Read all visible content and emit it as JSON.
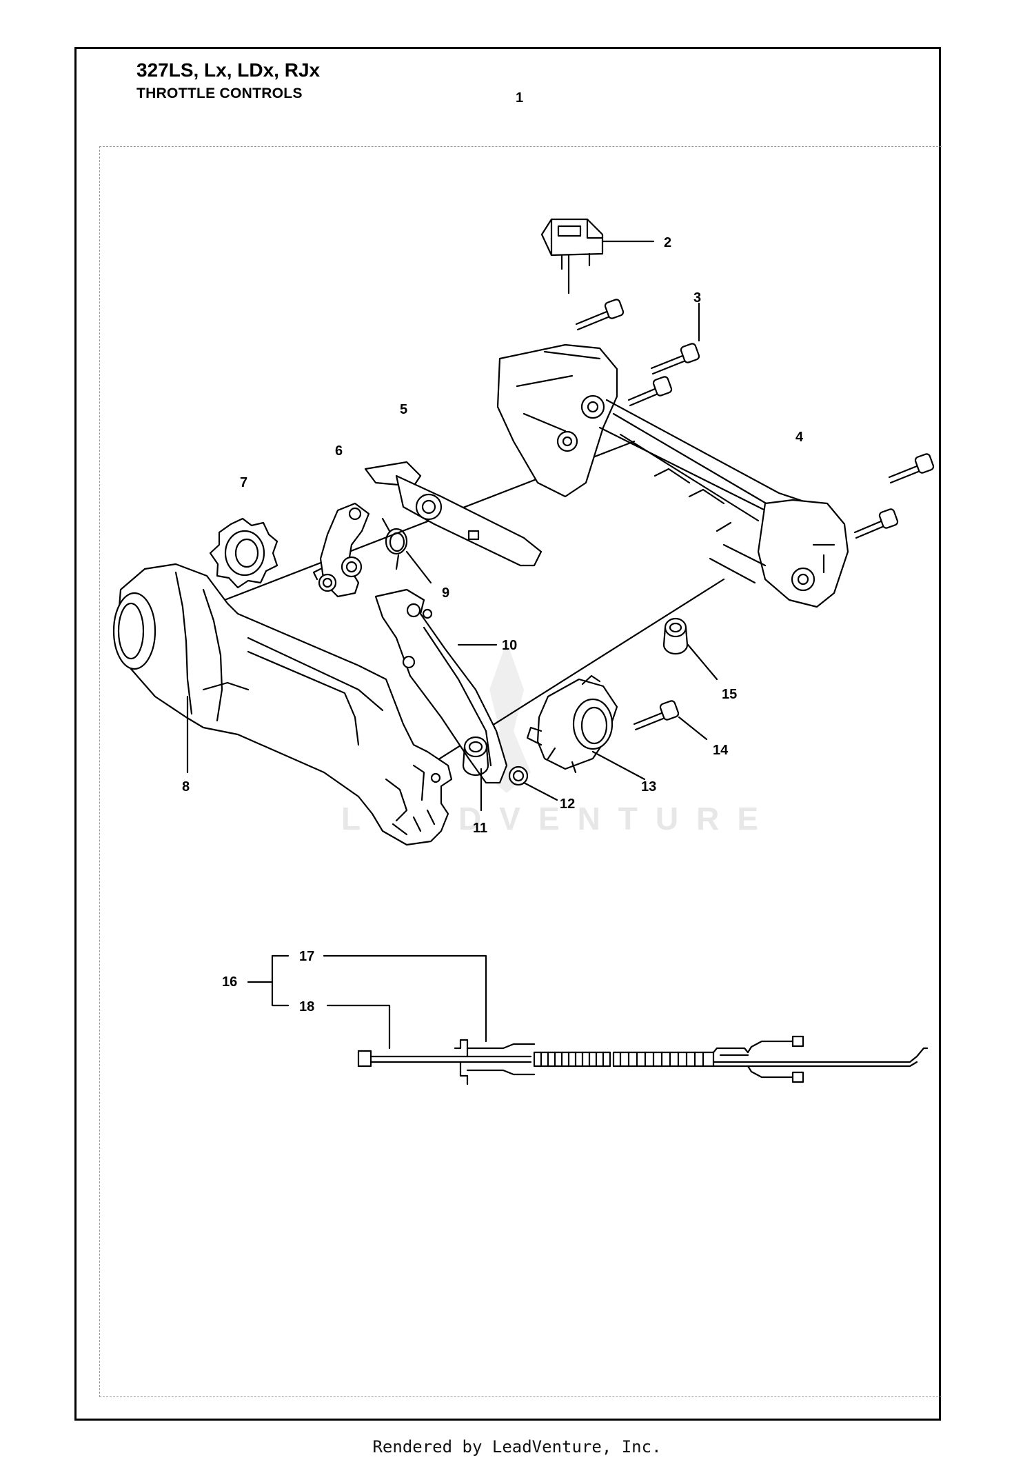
{
  "header": {
    "model": "327LS, Lx, LDx, RJx",
    "section": "THROTTLE CONTROLS"
  },
  "watermark": "LEADVENTURE",
  "footer": "Rendered by LeadVenture, Inc.",
  "callouts": [
    "1",
    "2",
    "3",
    "4",
    "5",
    "6",
    "7",
    "8",
    "9",
    "10",
    "11",
    "12",
    "13",
    "14",
    "15",
    "16",
    "17",
    "18"
  ]
}
